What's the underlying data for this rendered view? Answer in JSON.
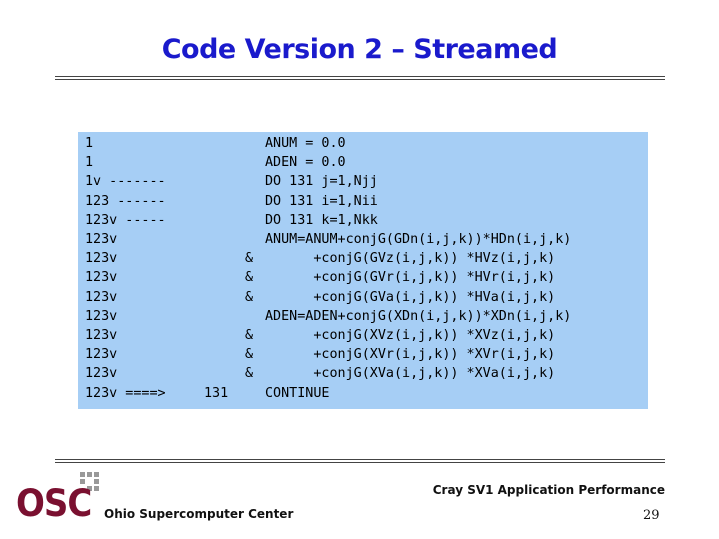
{
  "slide": {
    "title": "Code Version 2 – Streamed",
    "code_lines": [
      {
        "label": "1",
        "num": "",
        "amp": "",
        "stmt": "ANUM = 0.0"
      },
      {
        "label": "1",
        "num": "",
        "amp": "",
        "stmt": "ADEN = 0.0"
      },
      {
        "label": "1v -------",
        "num": "",
        "amp": "",
        "stmt": "DO 131 j=1,Njj"
      },
      {
        "label": "123 ------",
        "num": "",
        "amp": "",
        "stmt": "DO 131 i=1,Nii"
      },
      {
        "label": "123v -----",
        "num": "",
        "amp": "",
        "stmt": "DO 131 k=1,Nkk"
      },
      {
        "label": "123v",
        "num": "",
        "amp": "",
        "stmt": "ANUM=ANUM+conjG(GDn(i,j,k))*HDn(i,j,k)"
      },
      {
        "label": "123v",
        "num": "",
        "amp": "&",
        "stmt": "      +conjG(GVz(i,j,k)) *HVz(i,j,k)"
      },
      {
        "label": "123v",
        "num": "",
        "amp": "&",
        "stmt": "      +conjG(GVr(i,j,k)) *HVr(i,j,k)"
      },
      {
        "label": "123v",
        "num": "",
        "amp": "&",
        "stmt": "      +conjG(GVa(i,j,k)) *HVa(i,j,k)"
      },
      {
        "label": "123v",
        "num": "",
        "amp": "",
        "stmt": "ADEN=ADEN+conjG(XDn(i,j,k))*XDn(i,j,k)"
      },
      {
        "label": "123v",
        "num": "",
        "amp": "&",
        "stmt": "      +conjG(XVz(i,j,k)) *XVz(i,j,k)"
      },
      {
        "label": "123v",
        "num": "",
        "amp": "&",
        "stmt": "      +conjG(XVr(i,j,k)) *XVr(i,j,k)"
      },
      {
        "label": "123v",
        "num": "",
        "amp": "&",
        "stmt": "      +conjG(XVa(i,j,k)) *XVa(i,j,k)"
      },
      {
        "label": "123v ====>",
        "num": "131",
        "amp": "",
        "stmt": "CONTINUE"
      }
    ],
    "footer_title": "Cray SV1 Application Performance",
    "footer_org": "Ohio Supercomputer Center",
    "logo_text": "OSC",
    "page_number": "29"
  }
}
